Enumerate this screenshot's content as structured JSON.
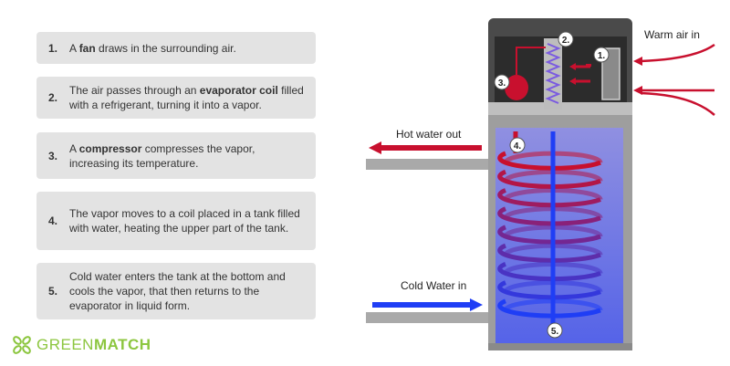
{
  "steps": [
    {
      "num": "1.",
      "parts": [
        {
          "t": "A "
        },
        {
          "t": "fan",
          "b": true
        },
        {
          "t": " draws in the surrounding air."
        }
      ]
    },
    {
      "num": "2.",
      "parts": [
        {
          "t": "The air passes through an "
        },
        {
          "t": "evaporator coil",
          "b": true
        },
        {
          "t": " filled with a refrigerant, turning it into a vapor."
        }
      ]
    },
    {
      "num": "3.",
      "parts": [
        {
          "t": "A "
        },
        {
          "t": "compressor",
          "b": true
        },
        {
          "t": " compresses the vapor, increasing its temperature."
        }
      ]
    },
    {
      "num": "4.",
      "parts": [
        {
          "t": "The vapor moves to a coil placed in a tank filled with water, heating the upper part of the tank."
        }
      ]
    },
    {
      "num": "5.",
      "parts": [
        {
          "t": "Cold water enters the tank at the bottom and cools the vapor, that then returns to the evaporator in liquid form."
        }
      ]
    }
  ],
  "labels": {
    "warm_air_in": "Warm air in",
    "hot_water_out": "Hot water out",
    "cold_water_in": "Cold Water in"
  },
  "badges": {
    "b1": "1.",
    "b2": "2.",
    "b3": "3.",
    "b4": "4.",
    "b5": "5."
  },
  "logo": {
    "part1": "GREEN",
    "part2": "MATCH"
  },
  "colors": {
    "hot": "#c8102e",
    "cold": "#1f3ef5",
    "accent": "#8cc63f",
    "box": "#e3e3e3"
  }
}
